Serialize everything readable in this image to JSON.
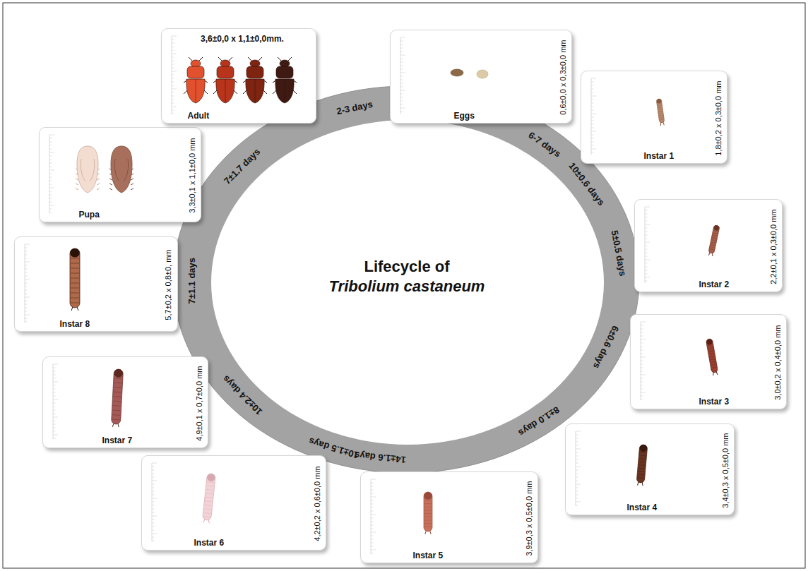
{
  "diagram": {
    "title": "Lifecycle of Tribolium castaneum",
    "nodes": [
      {
        "text": [
          "Eggs",
          "0,6±0,0 x 0,3±0,0 mm"
        ]
      },
      {
        "text": [
          "Instar 1",
          "1,8±0,2 x 0,3±0,0 mm"
        ]
      },
      {
        "text": [
          "Instar 2",
          "2,2±0,1 x 0,3±0,0 mm"
        ]
      },
      {
        "text": [
          "Instar 3",
          "3,0±0,2 x 0,4±0,0 mm"
        ]
      },
      {
        "text": [
          "Instar 4",
          "3,4±0,3 x 0,5±0,0 mm"
        ]
      },
      {
        "text": [
          "Instar 5",
          "3,9±0,3 x 0,5±0,0 mm"
        ]
      },
      {
        "text": [
          "Instar 6",
          "4,2±0,2 x 0,6±0,0 mm"
        ]
      },
      {
        "text": [
          "Instar 7",
          "4,9±0,1 x 0,7±0,0 mm"
        ]
      },
      {
        "text": [
          "Instar 8",
          "5,7±0,2 x 0,8±0, mm"
        ]
      },
      {
        "text": [
          "Pupa",
          "3,3±0,1 x 1,1±0,0 mm"
        ]
      },
      {
        "text": [
          "Adult",
          "3,6±0,0 x 1,1±0,0mm."
        ]
      }
    ],
    "labels": [
      "2-3 days",
      "6-7 days",
      "10±0.6 days",
      "5±0.5 days",
      "6±0.6 days",
      "8±1.0 days",
      "14±1.6 days",
      "10±1.5 days",
      "10±2.4 days",
      "7±1.1 days",
      "7±1.7 days"
    ]
  }
}
